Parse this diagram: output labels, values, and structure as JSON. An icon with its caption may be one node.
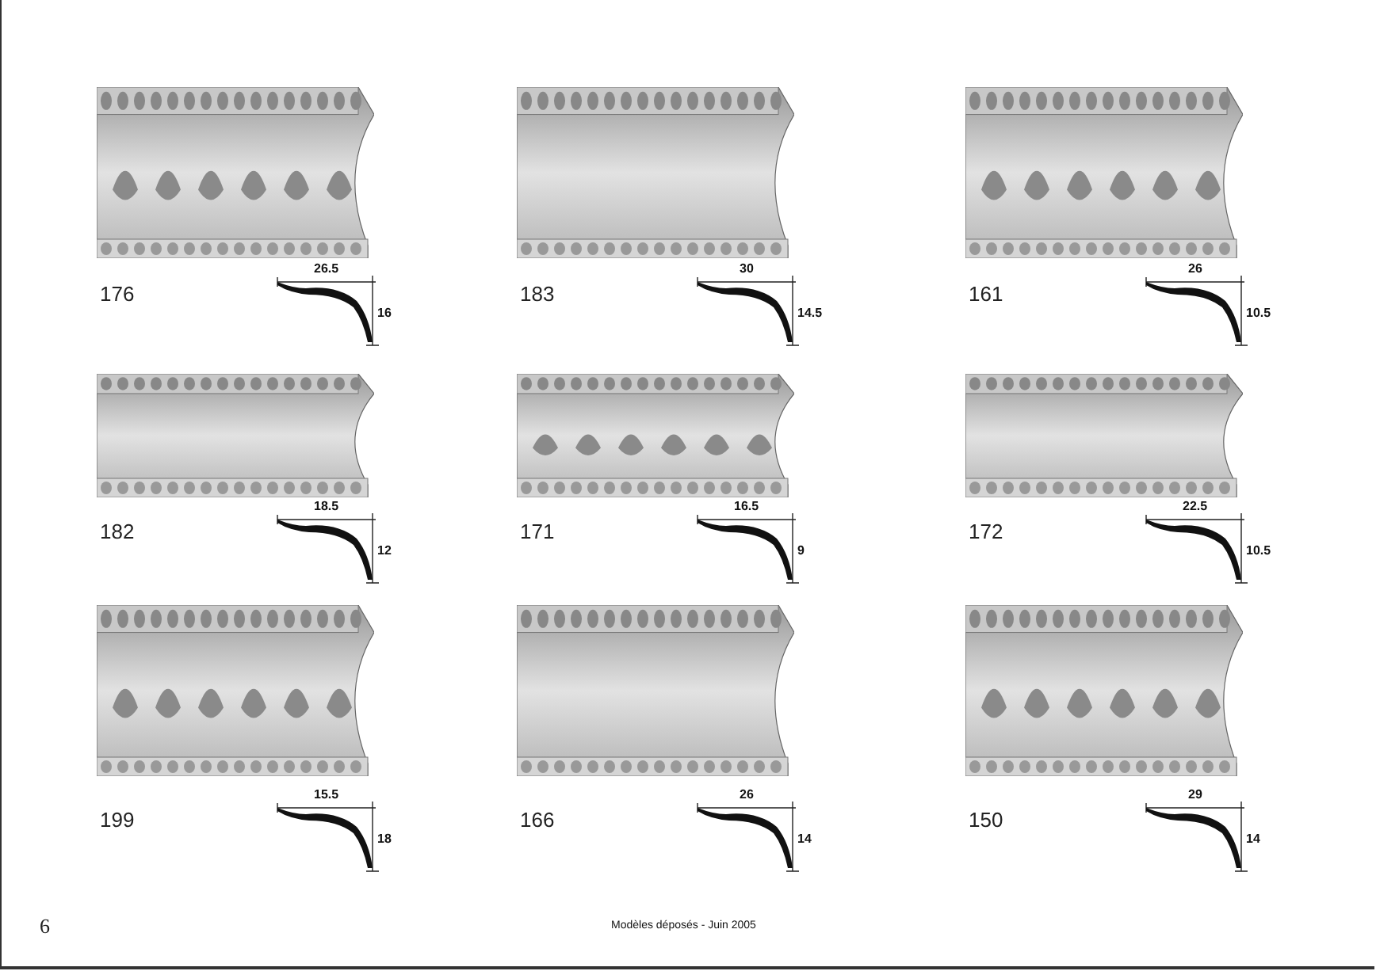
{
  "diagram": {
    "labels": [
      "176",
      "26.5",
      "16",
      "183",
      "30",
      "14.5",
      "161",
      "26",
      "10.5",
      "182",
      "18.5",
      "12",
      "171",
      "16.5",
      "9",
      "172",
      "22.5",
      "10.5",
      "199",
      "15.5",
      "18",
      "166",
      "26",
      "14",
      "150",
      "29",
      "14",
      "6",
      "Modèles déposés - Juin 2005"
    ]
  }
}
